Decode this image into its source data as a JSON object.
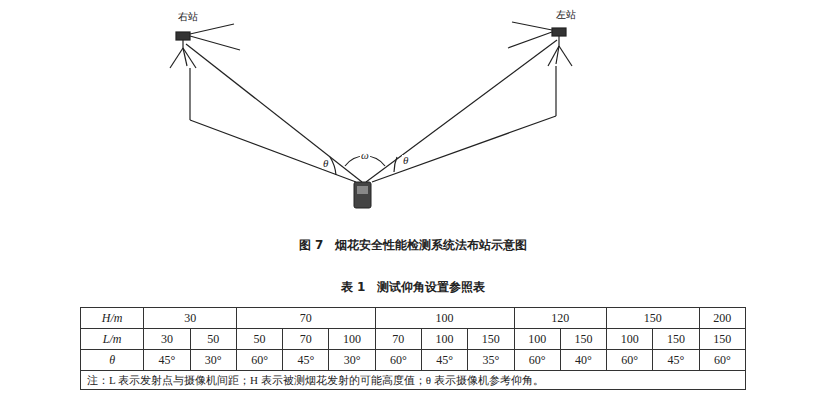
{
  "diagram": {
    "caption": "图 7　烟花安全性能检测系统法布站示意图",
    "labels": [
      "右站",
      "左站",
      "θ",
      "ω",
      "θ",
      "表 1　测试仰角设置参照表",
      "H/m",
      "30",
      "70",
      "100",
      "120",
      "150",
      "200",
      "L/m",
      "30",
      "50",
      "50",
      "70",
      "100",
      "70",
      "100",
      "150",
      "100",
      "150",
      "100",
      "150",
      "150",
      "θ",
      "45°",
      "30°",
      "60°",
      "45°",
      "30°",
      "60°",
      "45°",
      "35°",
      "60°",
      "40°",
      "60°",
      "45°",
      "60°",
      "注：L 表示发射点与摄像机间距；H 表示被测烟花发射的可能高度值；θ 表示摄像机参考仰角。"
    ]
  }
}
